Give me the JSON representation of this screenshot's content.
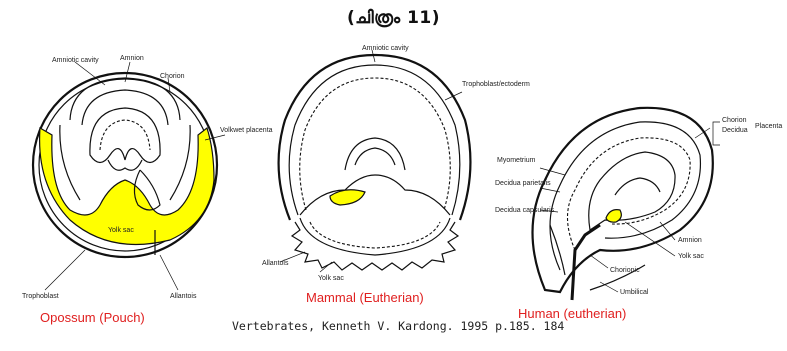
{
  "title": "(ചിത്രം 11)",
  "panels": {
    "opossum": {
      "caption": "Opossum (Pouch)",
      "labels": [
        "Amniotic cavity",
        "Amnion",
        "Chorion",
        "Volkwet placenta",
        "Yolk sac",
        "Trophoblast",
        "Allantois"
      ]
    },
    "mammal": {
      "caption": "Mammal (Eutherian)",
      "labels": [
        "Amniotic cavity",
        "Trophoblast/ectoderm",
        "Allantois",
        "Yolk sac"
      ]
    },
    "human": {
      "caption": "Human (eutherian)",
      "labels": [
        "Chorion",
        "Decidua",
        "Placenta",
        "Myometrium",
        "Decidua parietalis",
        "Decidua capsularis",
        "Amnion",
        "Yolk sac",
        "Chorionic",
        "Umbilical"
      ]
    }
  },
  "credit": "Vertebrates, Kenneth V. Kardong. 1995 p.185. 184",
  "colors": {
    "highlight": "#ffff00",
    "caption": "#e02020"
  }
}
